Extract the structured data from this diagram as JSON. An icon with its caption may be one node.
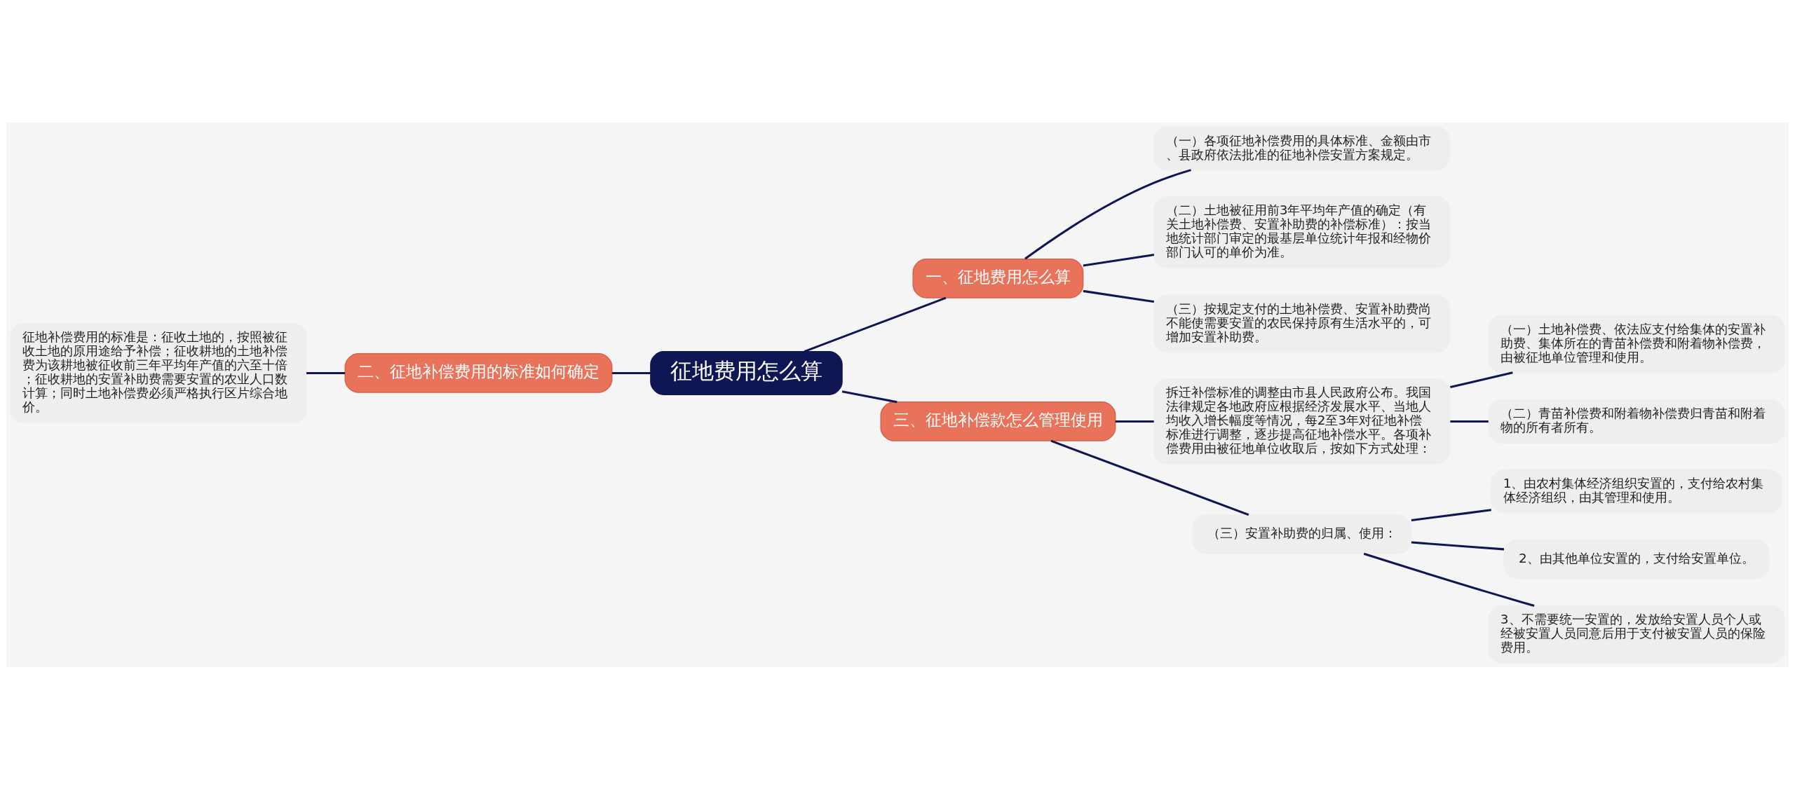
{
  "diagram": {
    "nodes": [
      {
        "text": [
          "征地费用怎么算"
        ]
      },
      {
        "text": [
          "一、征地费用怎么算"
        ]
      },
      {
        "text": [
          "（一）各项征地补偿费用的具体标准、金额由市、县政府依法批准的征地补偿安置方案规定。"
        ]
      },
      {
        "text": [
          "（二）土地被征用前3年平均年产值的确定（有关土地补偿费、安置补助费的补偿标准）：按当地统计部门审定的最基层单位统计年报和经物价部门认可的单价为准。"
        ]
      },
      {
        "text": [
          "（三）按规定支付的土地补偿费、安置补助费尚不能使需要安置的农民保持原有生活水平的，可增加安置补助费。"
        ]
      },
      {
        "text": [
          "二、征地补偿费用的标准如何确定"
        ]
      },
      {
        "text": [
          "征地补偿费用的标准是：征收土地的，按照被征收土地的原用途给予补偿；征收耕地的土地补偿费为该耕地被征收前三年平均年产值的六至十倍；征收耕地的安置补助费需要安置的农业人口数计算；同时土地补偿费必须严格执行区片综合地价。"
        ]
      },
      {
        "text": [
          "三、征地补偿款怎么管理使用"
        ]
      },
      {
        "text": [
          "拆迁补偿标准的调整由市县人民政府公布。我国法律规定各地政府应根据经济发展水平、当地人均收入增长幅度等情况，每2至3年对征地补偿标准进行调整，逐步提高征地补偿水平。各项补偿费用由被征地单位收取后，按如下方式处理："
        ]
      },
      {
        "text": [
          "（一）土地补偿费、依法应支付给集体的安置补助费、集体所在的青苗补偿费和附着物补偿费，由被征地单位管理和使用。"
        ]
      },
      {
        "text": [
          "（二）青苗补偿费和附着物补偿费归青苗和附着物的所有者所有。"
        ]
      },
      {
        "text": [
          "（三）安置补助费的归属、使用："
        ]
      },
      {
        "text": [
          "1、由农村集体经济组织安置的，支付给农村集体经济组织，由其管理和使用。"
        ]
      },
      {
        "text": [
          "2、由其他单位安置的，支付给安置单位。"
        ]
      },
      {
        "text": [
          "3、不需要统一安置的，发放给安置人员个人或经被安置人员同意后用于支付被安置人员的保险费用。"
        ]
      }
    ],
    "edges": [
      {
        "from": 0,
        "to": 1,
        "arrow": "none"
      },
      {
        "from": 1,
        "to": 2,
        "arrow": "none"
      },
      {
        "from": 1,
        "to": 3,
        "arrow": "none"
      },
      {
        "from": 1,
        "to": 4,
        "arrow": "none"
      },
      {
        "from": 0,
        "to": 5,
        "arrow": "none"
      },
      {
        "from": 5,
        "to": 6,
        "arrow": "none"
      },
      {
        "from": 0,
        "to": 7,
        "arrow": "none"
      },
      {
        "from": 7,
        "to": 8,
        "arrow": "none"
      },
      {
        "from": 8,
        "to": 9,
        "arrow": "none"
      },
      {
        "from": 8,
        "to": 10,
        "arrow": "none"
      },
      {
        "from": 7,
        "to": 11,
        "arrow": "none"
      },
      {
        "from": 11,
        "to": 12,
        "arrow": "none"
      },
      {
        "from": 11,
        "to": 13,
        "arrow": "none"
      },
      {
        "from": 11,
        "to": 14,
        "arrow": "none"
      }
    ]
  }
}
